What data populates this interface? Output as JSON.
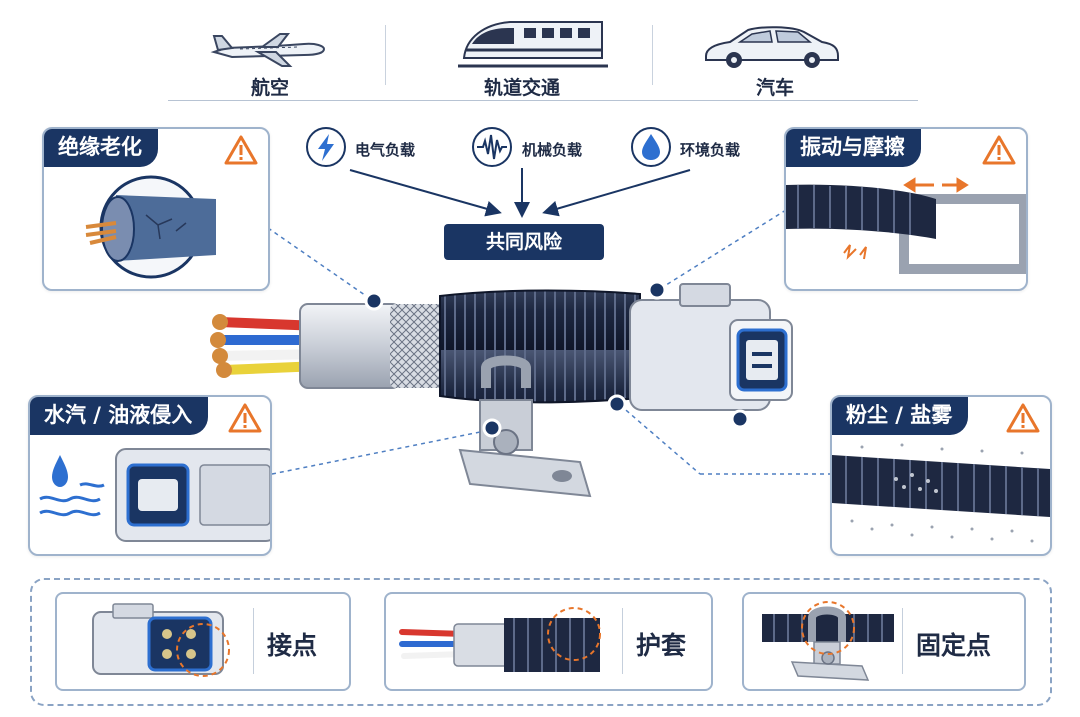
{
  "industries": [
    {
      "label": "航空",
      "icon": "airplane-icon"
    },
    {
      "label": "轨道交通",
      "icon": "train-icon"
    },
    {
      "label": "汽车",
      "icon": "car-icon"
    }
  ],
  "loads": [
    {
      "label": "电气负载",
      "icon": "lightning-icon"
    },
    {
      "label": "机械负载",
      "icon": "waveform-icon"
    },
    {
      "label": "环境负载",
      "icon": "water-drop-icon"
    }
  ],
  "risk_label": "共同风险",
  "callouts": {
    "insulation_aging": "绝缘老化",
    "vibration_friction": "振动与摩擦",
    "moisture_oil": "水汽 / 油液侵入",
    "dust_salt": "粉尘 / 盐雾"
  },
  "bottom_items": [
    {
      "label": "接点"
    },
    {
      "label": "护套"
    },
    {
      "label": "固定点"
    }
  ],
  "colors": {
    "navy": "#1a3563",
    "accent_blue": "#2d6fd0",
    "warning_orange": "#e8762b",
    "panel_border": "#9fb3cc"
  }
}
